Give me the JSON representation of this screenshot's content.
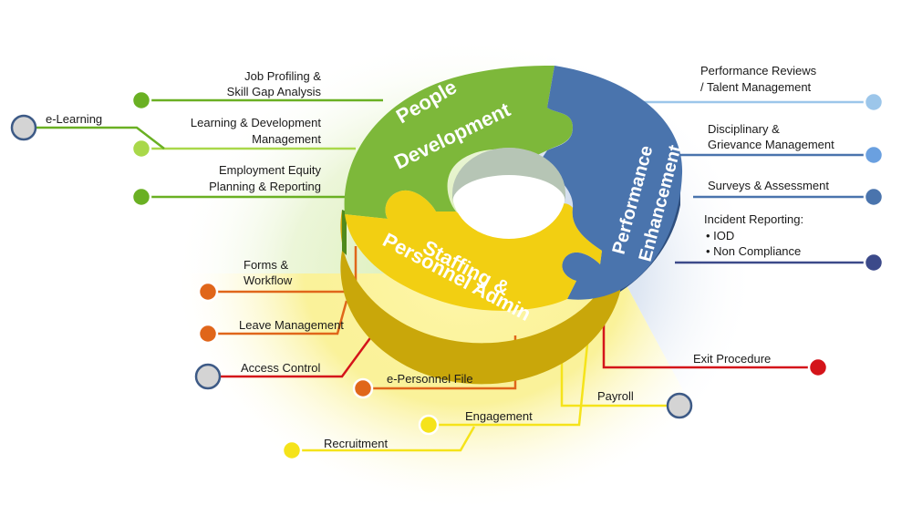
{
  "segments": {
    "people": {
      "line1": "People",
      "line2": "Development",
      "color": "#7db83a"
    },
    "performance": {
      "line1": "Performance",
      "line2": "Enhancement",
      "color": "#4a74ad"
    },
    "staffing": {
      "line1": "Staffing &",
      "line2": "Personnel Admin",
      "color": "#f2cf12"
    }
  },
  "items": {
    "job_profiling": {
      "line1": "Job Profiling  &",
      "line2": "Skill  Gap Analysis"
    },
    "learning_dev": {
      "line1": "Learning & Development",
      "line2": "Management"
    },
    "employment_equity": {
      "line1": "Employment Equity",
      "line2": "Planning & Reporting"
    },
    "elearning": {
      "line1": "e-Learning"
    },
    "performance_reviews": {
      "line1": "Performance Reviews",
      "line2": "/ Talent Management"
    },
    "disciplinary": {
      "line1": "Disciplinary  &",
      "line2": "Grievance Management"
    },
    "surveys": {
      "line1": "Surveys & Assessment"
    },
    "incident": {
      "line1": "Incident Reporting:",
      "line2": "• IOD",
      "line3": "• Non Compliance"
    },
    "forms": {
      "line1": "Forms &",
      "line2": "Workflow"
    },
    "leave": {
      "line1": "Leave Management"
    },
    "access": {
      "line1": "Access Control"
    },
    "epersonnel": {
      "line1": "e-Personnel File"
    },
    "payroll": {
      "line1": "Payroll"
    },
    "engagement": {
      "line1": "Engagement"
    },
    "recruitment": {
      "line1": "Recruitment"
    },
    "exit": {
      "line1": "Exit Procedure"
    }
  },
  "colors": {
    "green": "#6ab023",
    "light_green": "#a9d84a",
    "blue": "#4a74ad",
    "light_blue": "#9cc6ea",
    "navy": "#3c4a8a",
    "orange": "#e0661a",
    "yellow": "#f5e31a",
    "red": "#d4141a",
    "grey_ring": "#3d5a86"
  }
}
